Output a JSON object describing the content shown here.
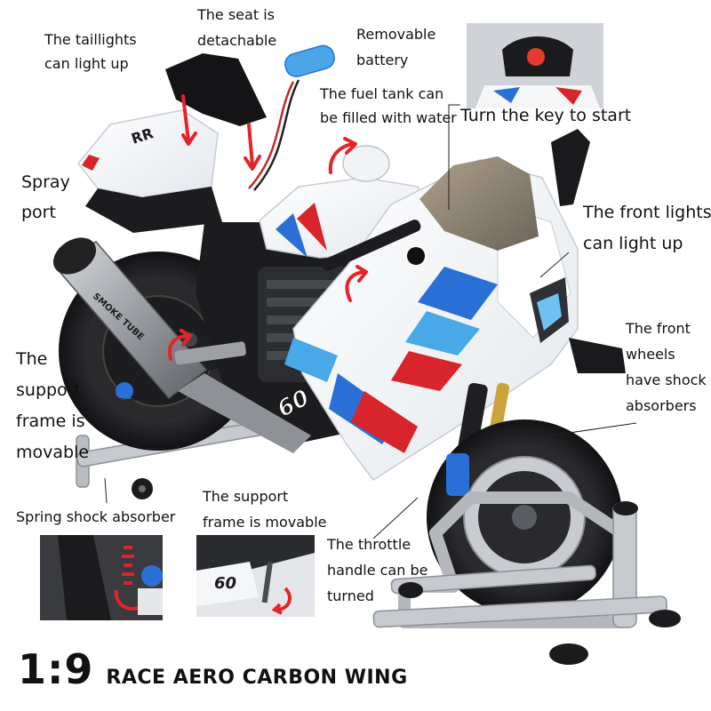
{
  "labels": {
    "taillights": [
      "The taillights",
      "can light up"
    ],
    "seat": [
      "The seat is",
      "detachable"
    ],
    "battery": [
      "Removable",
      "battery"
    ],
    "fuel_tank": [
      "The fuel tank can",
      "be filled with water"
    ],
    "key": [
      "Turn the key to start"
    ],
    "spray": [
      "Spray",
      "port"
    ],
    "front_lights": [
      "The front lights",
      "can light up"
    ],
    "front_wheels": [
      "The front",
      "wheels",
      "have shock",
      "absorbers"
    ],
    "support_frame_left": [
      "The",
      "support",
      "frame is",
      "movable"
    ],
    "spring": [
      "Spring shock absorber"
    ],
    "support_frame_bottom": [
      "The support",
      "frame is movable"
    ],
    "throttle": [
      "The throttle",
      "handle can be",
      "turned"
    ]
  },
  "bike_text": {
    "exhaust": "SMOKE TUBE",
    "fairing_number": "60",
    "tail_badge": "RR"
  },
  "title": {
    "scale": "1:9",
    "model": "RACE AERO CARBON WING"
  },
  "colors": {
    "fairing": "#f4f6f8",
    "blue": "#2a6fd6",
    "light_blue": "#49a8e8",
    "red": "#d8252b",
    "dark": "#1a1a1d",
    "stand": "#b9bdc2",
    "windscreen": "#8a8070"
  }
}
